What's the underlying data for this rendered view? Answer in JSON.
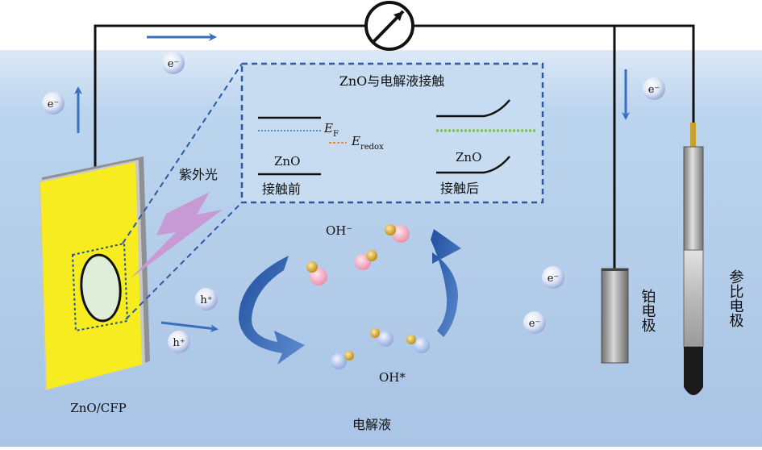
{
  "labels": {
    "inset_title": "ZnO与电解液接触",
    "ef_main": "E",
    "ef_sub": "F",
    "eredox_main": "E",
    "eredox_sub": "redox",
    "zno_left": "ZnO",
    "zno_right": "ZnO",
    "before_contact": "接触前",
    "after_contact": "接触后",
    "uv_light": "紫外光",
    "oh_minus": "OH⁻",
    "oh_radical": "OH*",
    "electrode_label": "ZnO/CFP",
    "electrolyte": "电解液",
    "pt_electrode": "铂电极",
    "ref_electrode": "参比电极",
    "electron": "e⁻",
    "hole": "h⁺"
  },
  "colors": {
    "water": "#b7d2ec",
    "electrode": "#f6ec20",
    "inset_border": "#2c58a8",
    "ef_line": "#4a8ad0",
    "eredox_line": "#f08a28",
    "green_line": "#7cc040",
    "arrow_blue": "#3a6fc0",
    "uv": "#c79ad6"
  },
  "icons": {
    "meter": "galvanometer-icon",
    "electron": "electron-sphere-icon",
    "hole": "hole-sphere-icon"
  }
}
